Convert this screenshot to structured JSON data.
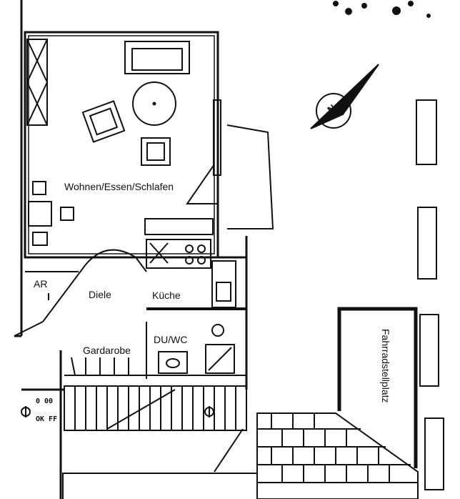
{
  "rooms": {
    "living": "Wohnen/Essen/Schlafen",
    "storage": "AR",
    "hall": "Diele",
    "kitchen": "Küche",
    "bath": "DU/WC",
    "wardrobe": "Gardarobe",
    "bike_parking": "Fahrradstellplatz"
  },
  "level": {
    "value": "0 00",
    "label": "OK FF"
  },
  "compass": {
    "letter": "N"
  },
  "colors": {
    "line": "#111111",
    "background": "#ffffff"
  }
}
